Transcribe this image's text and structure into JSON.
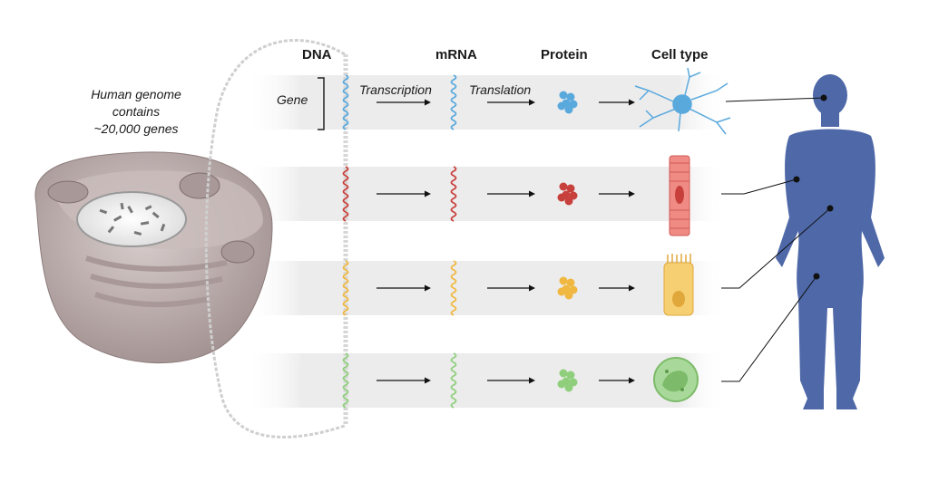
{
  "headers": {
    "dna": "DNA",
    "mrna": "mRNA",
    "protein": "Protein",
    "cell_type": "Cell type"
  },
  "labels": {
    "gene": "Gene",
    "transcription": "Transcription",
    "translation": "Translation",
    "genome_line1": "Human genome",
    "genome_line2": "contains",
    "genome_line3": "~20,000 genes"
  },
  "rows": [
    {
      "gene_color": "#5aa9dd",
      "protein_color": "#5aa9dd",
      "cell": "neuron"
    },
    {
      "gene_color": "#c8403c",
      "protein_color": "#c8403c",
      "cell": "muscle"
    },
    {
      "gene_color": "#f0b840",
      "protein_color": "#f0b840",
      "cell": "epithelial"
    },
    {
      "gene_color": "#8fcf7c",
      "protein_color": "#8fcf7c",
      "cell": "immune"
    }
  ],
  "colors": {
    "body": "#4e68a8",
    "band": "#ececec",
    "cell_body": "#b6a7a6",
    "arrow": "#111111"
  }
}
